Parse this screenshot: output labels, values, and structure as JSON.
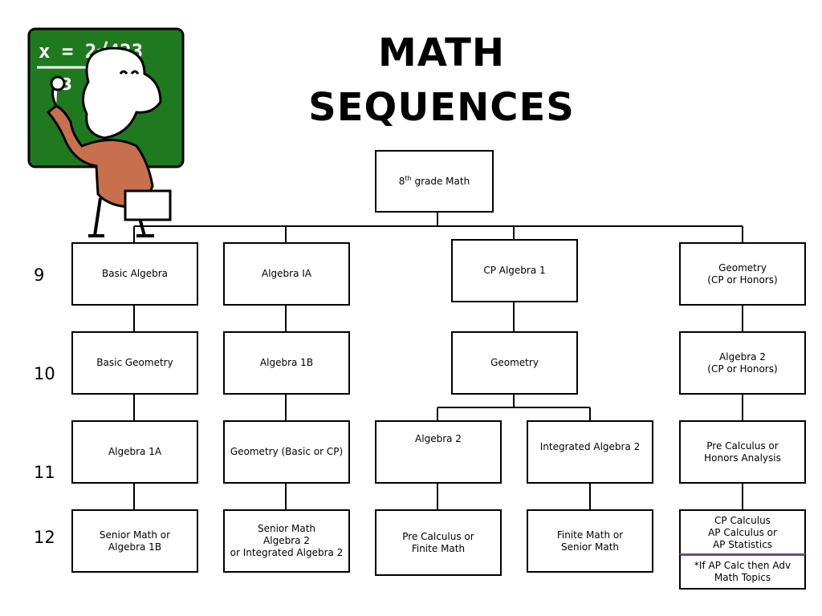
{
  "title": {
    "line1": "MATH",
    "line2": "SEQUENCES"
  },
  "chalkboard": {
    "formula": "x = 2√423",
    "sub": "3"
  },
  "root": {
    "label_pre": "8",
    "label_sup": "th",
    "label_post": " grade Math"
  },
  "grades": [
    "9",
    "10",
    "11",
    "12"
  ],
  "columns": {
    "col1": {
      "g9": [
        "Basic Algebra"
      ],
      "g10": [
        "Basic Geometry"
      ],
      "g11": [
        "Algebra 1A"
      ],
      "g12": [
        "Senior Math or",
        "Algebra 1B"
      ]
    },
    "col2": {
      "g9": [
        "Algebra IA"
      ],
      "g10": [
        "Algebra 1B"
      ],
      "g11": [
        "Geometry (Basic or CP)"
      ],
      "g12": [
        "Senior Math",
        "Algebra 2",
        "or Integrated Algebra 2"
      ]
    },
    "col3": {
      "g9": [
        "CP Algebra 1"
      ],
      "g10": [
        "Geometry"
      ],
      "g11a": [
        "Algebra 2"
      ],
      "g11b": [
        "Integrated Algebra 2"
      ],
      "g12a": [
        "Pre Calculus or",
        "Finite Math"
      ],
      "g12b": [
        "Finite Math or",
        "Senior Math"
      ]
    },
    "col4": {
      "g9": [
        "Geometry",
        "(CP or Honors)"
      ],
      "g10": [
        "Algebra 2",
        "(CP or Honors)"
      ],
      "g11": [
        "Pre Calculus or",
        "Honors Analysis"
      ],
      "g12": [
        "CP Calculus",
        "AP Calculus or",
        "AP Statistics"
      ],
      "note": [
        "*If AP Calc then Adv",
        "Math Topics"
      ]
    }
  },
  "colors": {
    "chalkboard": "#1f7a1f",
    "sweater": "#c8704e",
    "note_divider": "#6b4a8a"
  }
}
